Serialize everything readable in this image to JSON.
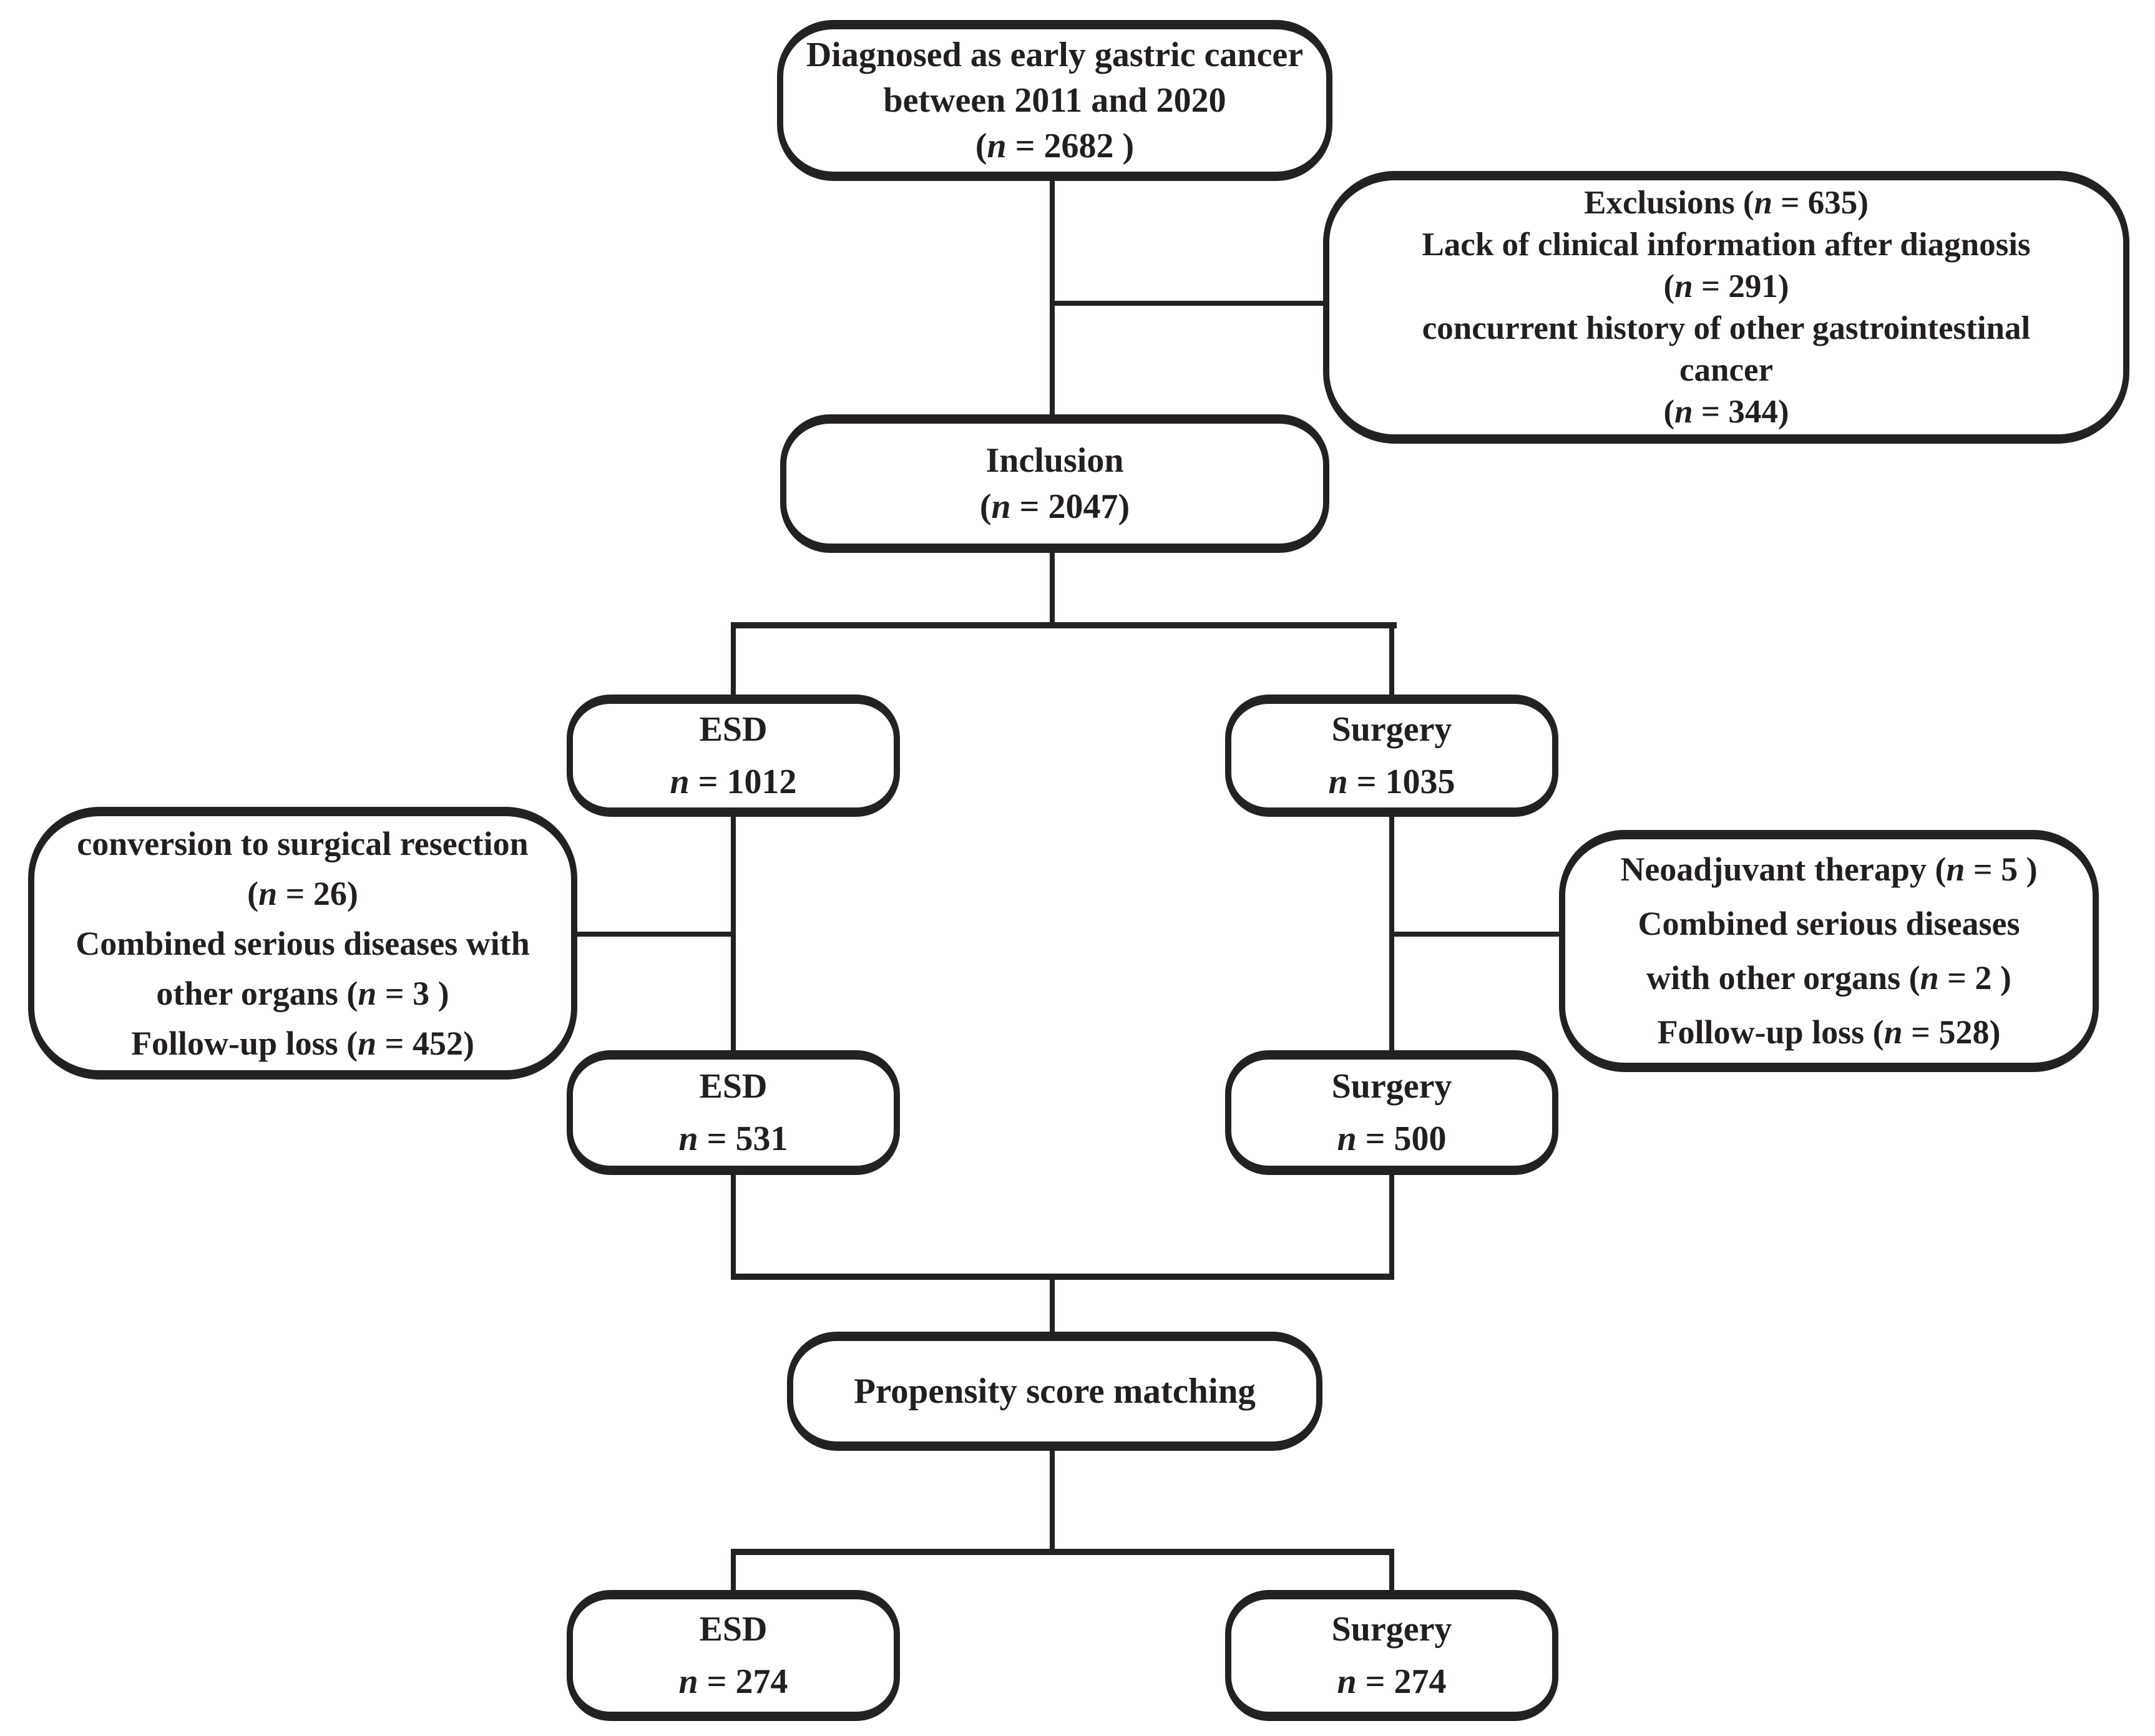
{
  "figure": {
    "type": "patient-flow-diagram",
    "colors": {
      "line": "#242122",
      "text": "#231f20",
      "background": "#ffffff"
    },
    "boxes": {
      "diagnosed": {
        "lines": [
          "Diagnosed as early gastric cancer",
          "between 2011 and 2020",
          "(n = 2682 )"
        ]
      },
      "exclusions": {
        "lines": [
          "Exclusions (n = 635)",
          "Lack of clinical information after diagnosis",
          "(n = 291)",
          "concurrent history of other gastrointestinal",
          "cancer",
          "(n = 344)"
        ]
      },
      "inclusion": {
        "lines": [
          "Inclusion",
          "(n = 2047)"
        ]
      },
      "esd_initial": {
        "lines": [
          "ESD",
          "n = 1012"
        ]
      },
      "surgery_initial": {
        "lines": [
          "Surgery",
          "n = 1035"
        ]
      },
      "esd_exclusions": {
        "lines": [
          "conversion to surgical resection",
          "(n = 26)",
          "Combined serious diseases with",
          "other organs (n = 3 )",
          "Follow-up loss (n = 452)"
        ]
      },
      "surgery_exclusions": {
        "lines": [
          "Neoadjuvant therapy (n = 5 )",
          "Combined serious diseases",
          "with other organs (n = 2 )",
          "Follow-up loss (n = 528)"
        ]
      },
      "esd_followed": {
        "lines": [
          "ESD",
          "n = 531"
        ]
      },
      "surgery_followed": {
        "lines": [
          "Surgery",
          "n = 500"
        ]
      },
      "psm": {
        "lines": [
          "Propensity score matching"
        ]
      },
      "esd_matched": {
        "lines": [
          "ESD",
          "n = 274"
        ]
      },
      "surgery_matched": {
        "lines": [
          "Surgery",
          "n = 274"
        ]
      }
    }
  }
}
